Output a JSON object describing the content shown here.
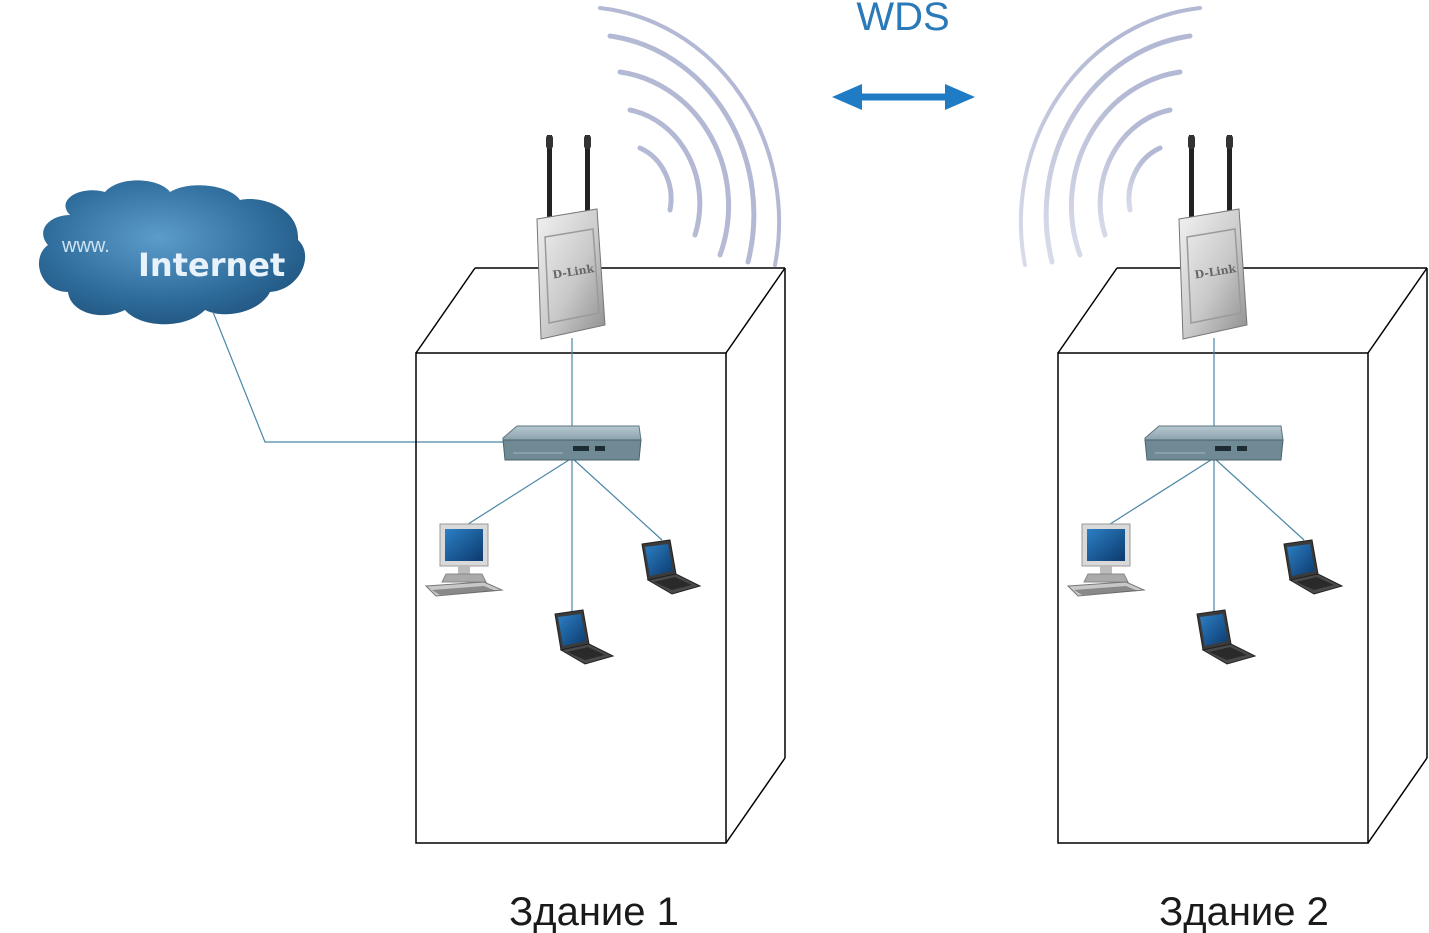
{
  "diagram": {
    "link_label": "WDS",
    "cloud": {
      "prefix": "www.",
      "label": "Internet"
    },
    "buildings": [
      {
        "label": "Здание 1"
      },
      {
        "label": "Здание 2"
      }
    ],
    "access_point_brand": "D-Link",
    "colors": {
      "wds_text": "#2a79b8",
      "wds_arrow": "#1f7cc4",
      "cloud": "#2f6d9c",
      "waves": "#b9bfd8",
      "lines": "#4a86a8",
      "building_edge": "#000000"
    }
  }
}
